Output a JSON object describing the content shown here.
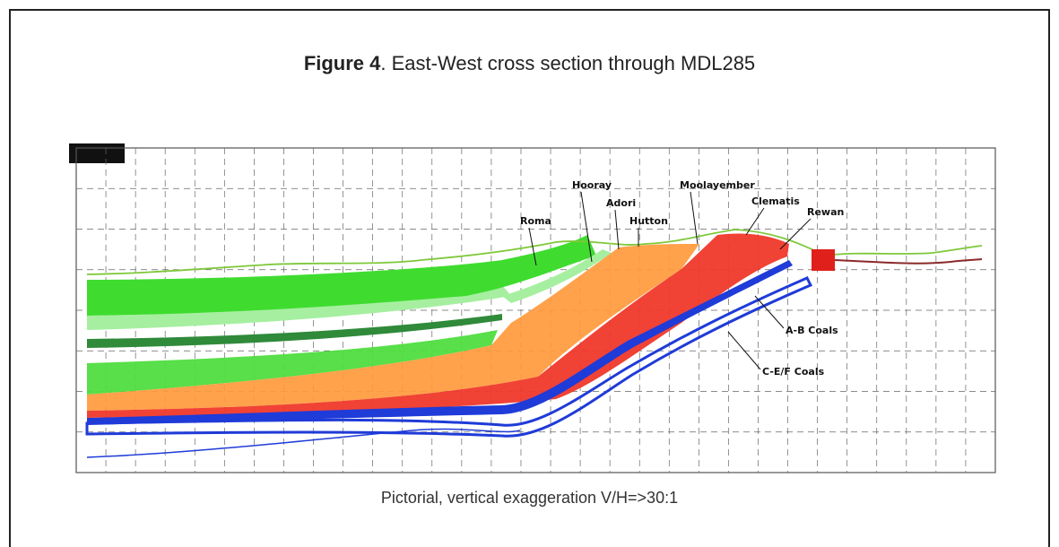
{
  "figure": {
    "title_prefix": "Figure 4",
    "title_rest": ". East-West cross section through MDL285",
    "caption": "Pictorial, vertical exaggeration V/H=>30:1"
  },
  "scale_badge": "",
  "labels": {
    "roma": "Roma",
    "hooray": "Hooray",
    "adori": "Adori",
    "hutton": "Hutton",
    "moolayember": "Moolayember",
    "clematis": "Clematis",
    "rewan": "Rewan",
    "ab_coals": "A-B Coals",
    "cef_coals": "C-E/F Coals"
  },
  "colors": {
    "roma_green": "#3fdc2f",
    "light_green": "#a6efa0",
    "dark_green": "#2f8a3a",
    "hutton_orange": "#ff9a3c",
    "red": "#f0382b",
    "blue": "#1f3bd8",
    "surface_green": "#7ec83a",
    "surface_brown": "#8b2a2a",
    "grid": "#555555"
  }
}
